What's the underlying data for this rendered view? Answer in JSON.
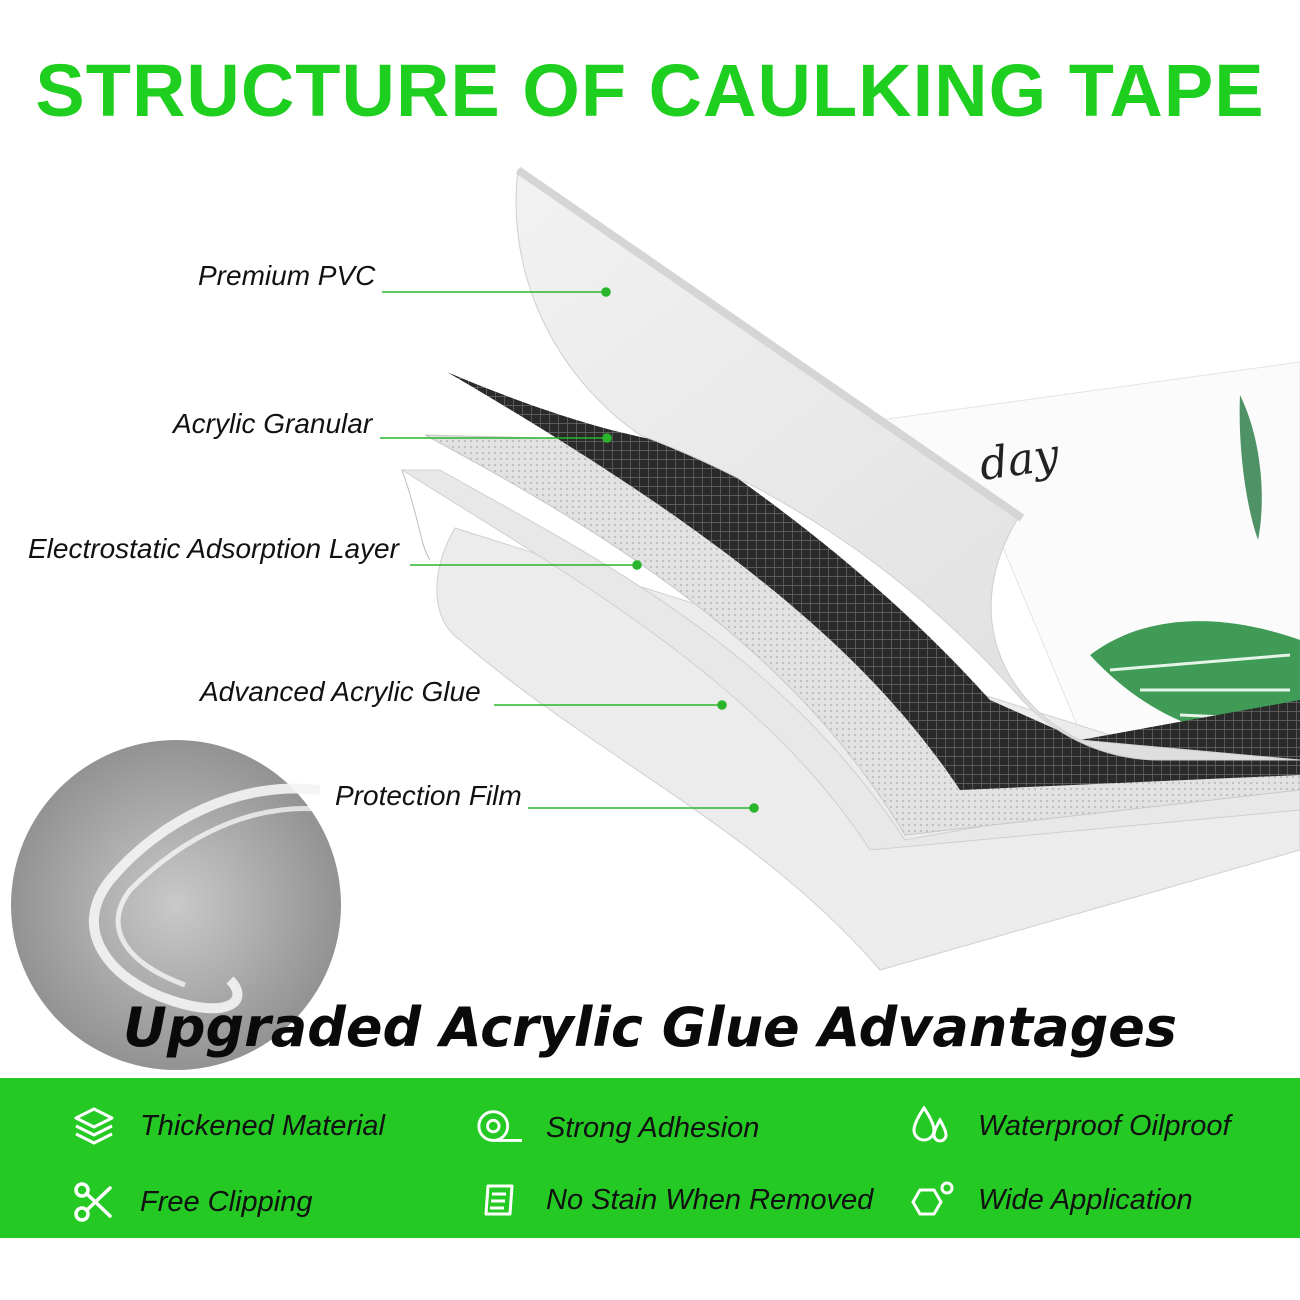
{
  "title": "STRUCTURE OF CAULKING TAPE",
  "layers": [
    {
      "label": "Premium PVC"
    },
    {
      "label": "Acrylic Granular"
    },
    {
      "label": "Electrostatic Adsorption Layer"
    },
    {
      "label": "Advanced Acrylic Glue"
    },
    {
      "label": "Protection Film"
    }
  ],
  "tape_print_text": "day",
  "subtitle": "Upgraded Acrylic Glue Advantages",
  "features": [
    {
      "label": "Thickened Material",
      "icon": "layers-icon"
    },
    {
      "label": "Strong Adhesion",
      "icon": "tape-roll-icon"
    },
    {
      "label": "Waterproof Oilproof",
      "icon": "water-drop-icon"
    },
    {
      "label": "Free Clipping",
      "icon": "scissors-icon"
    },
    {
      "label": "No Stain When Removed",
      "icon": "scrub-icon"
    },
    {
      "label": "Wide Application",
      "icon": "hexagon-icon"
    }
  ],
  "colors": {
    "accent": "#1fcf1f",
    "band": "#24c924",
    "text": "#111111"
  }
}
